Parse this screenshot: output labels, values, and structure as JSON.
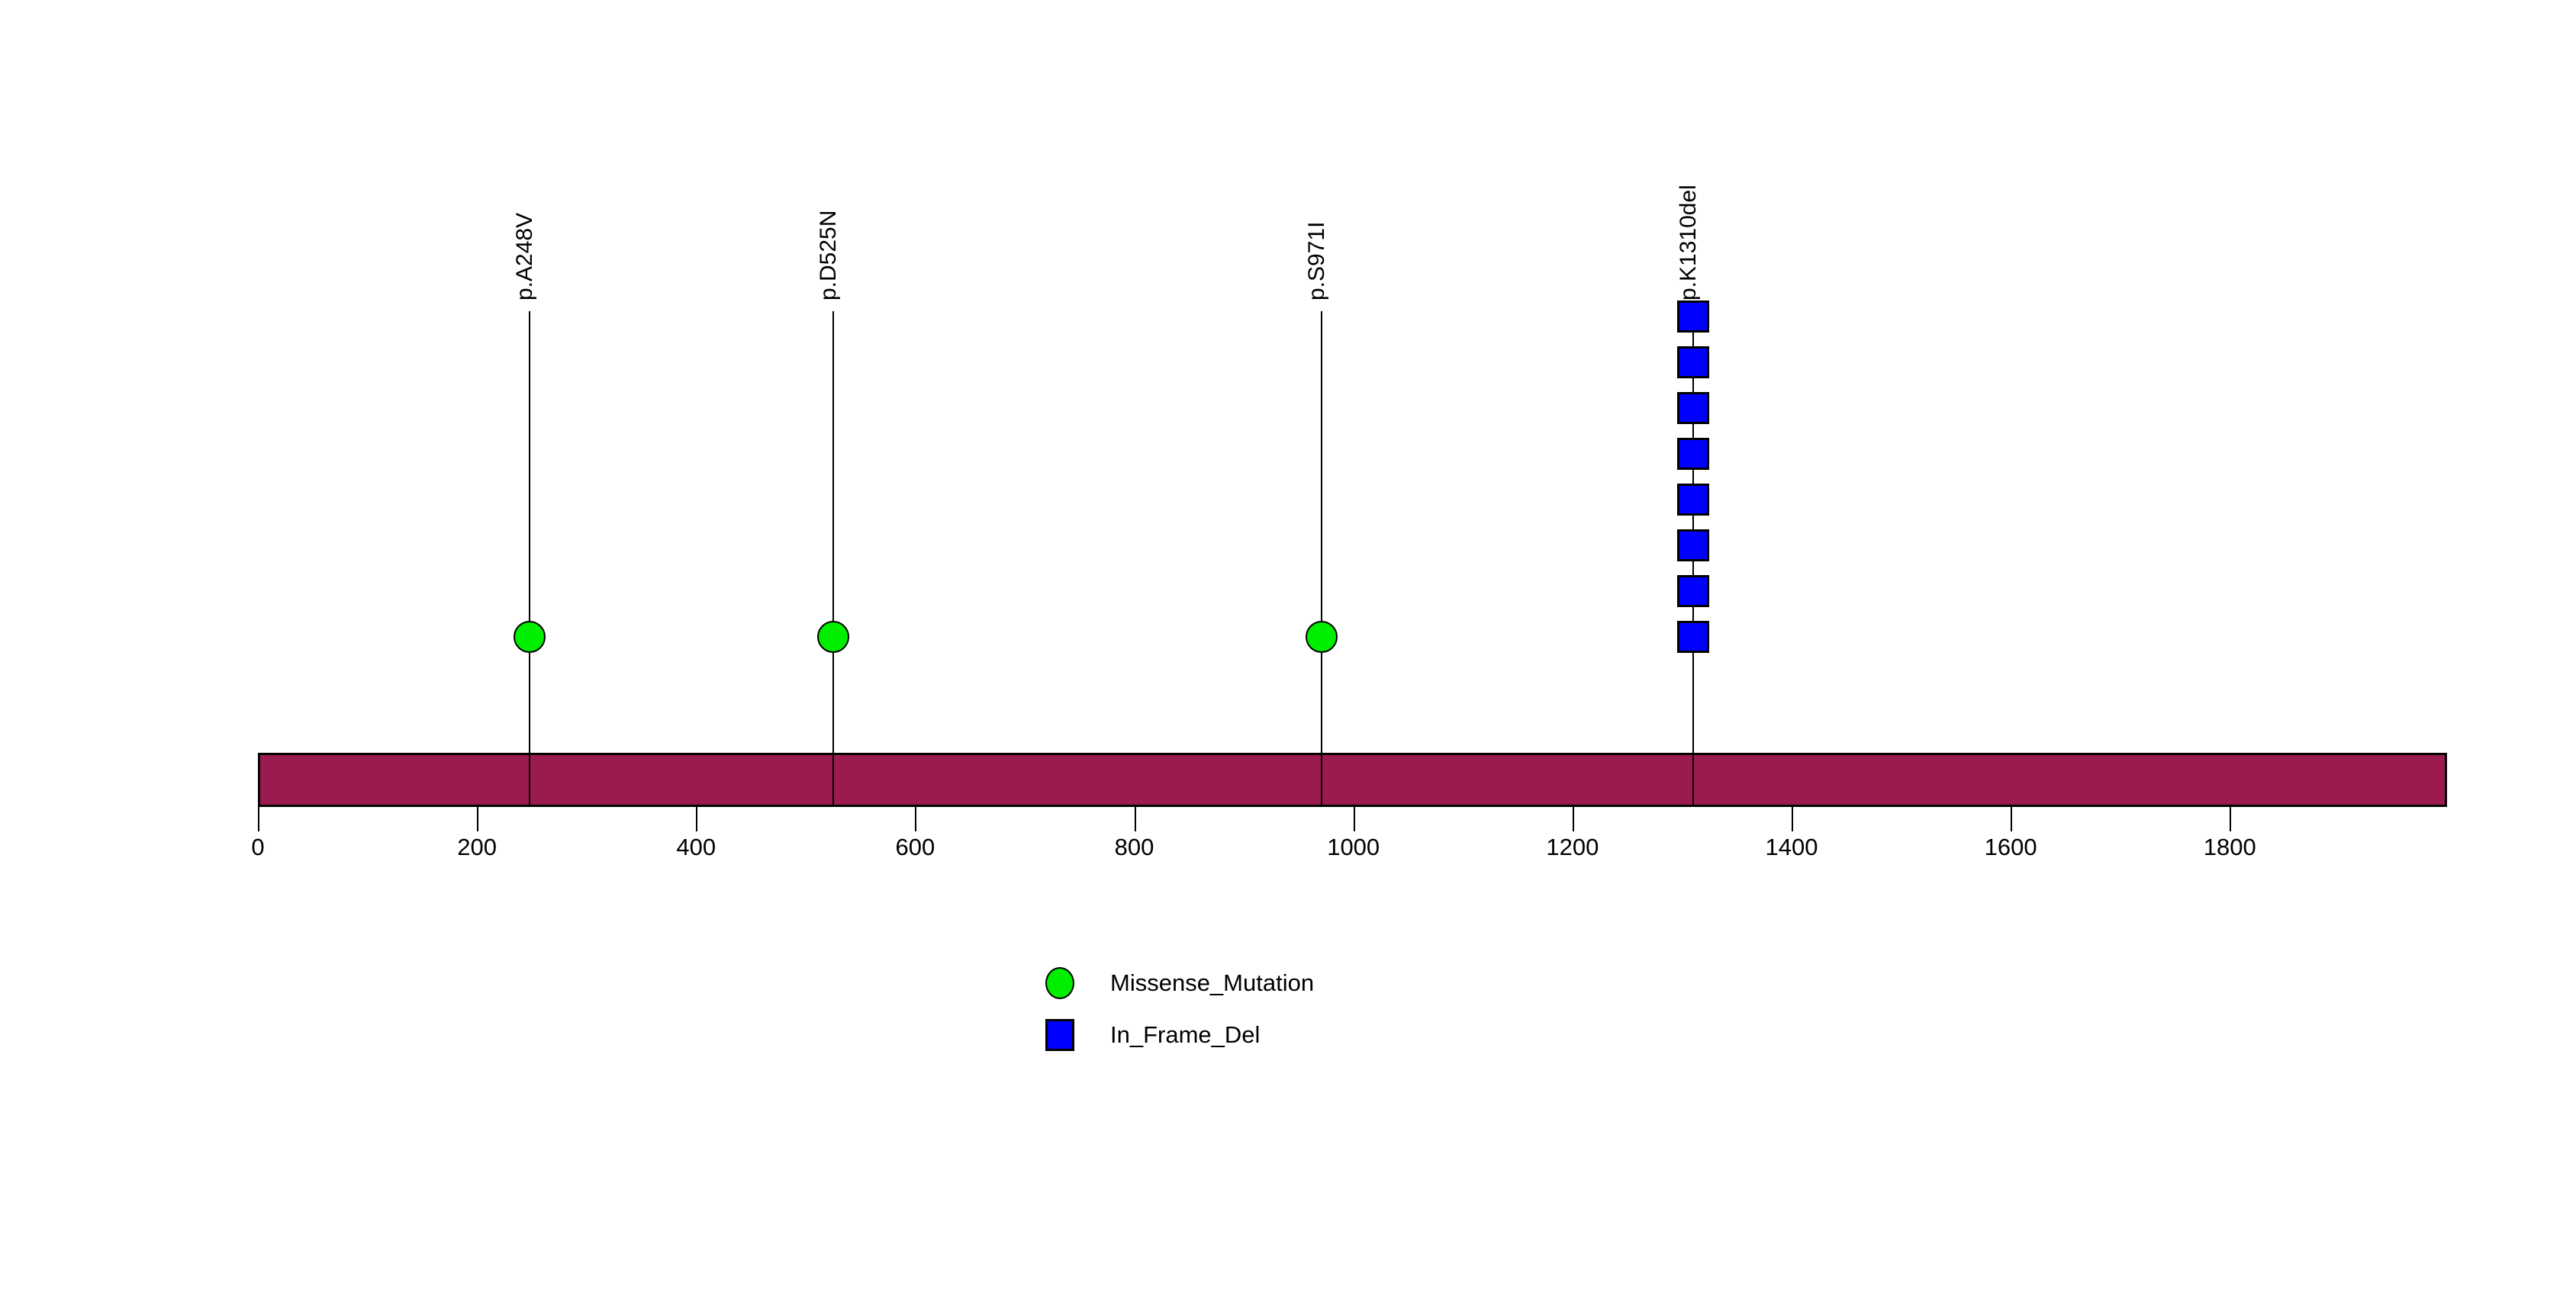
{
  "chart_data": {
    "type": "lollipop",
    "title": "",
    "xlabel": "",
    "ylabel": "",
    "xlim": [
      0,
      1998
    ],
    "axis_ticks": [
      0,
      200,
      400,
      600,
      800,
      1000,
      1200,
      1400,
      1600,
      1800
    ],
    "protein_length": 1998,
    "protein_bar_color": "#9B1B51",
    "grid": false,
    "mutations": [
      {
        "label": "p.A248V",
        "position": 248,
        "count": 1,
        "type": "Missense_Mutation",
        "marker": "circle",
        "color": "#00EE00"
      },
      {
        "label": "p.D525N",
        "position": 525,
        "count": 1,
        "type": "Missense_Mutation",
        "marker": "circle",
        "color": "#00EE00"
      },
      {
        "label": "p.S971I",
        "position": 971,
        "count": 1,
        "type": "Missense_Mutation",
        "marker": "circle",
        "color": "#00EE00"
      },
      {
        "label": "p.K1310del",
        "position": 1310,
        "count": 8,
        "type": "In_Frame_Del",
        "marker": "square",
        "color": "#0000FF"
      }
    ],
    "legend": {
      "position": "bottom-center",
      "entries": [
        {
          "label": "Missense_Mutation",
          "color": "#00EE00",
          "marker": "circle"
        },
        {
          "label": "In_Frame_Del",
          "color": "#0000FF",
          "marker": "square"
        }
      ]
    }
  }
}
